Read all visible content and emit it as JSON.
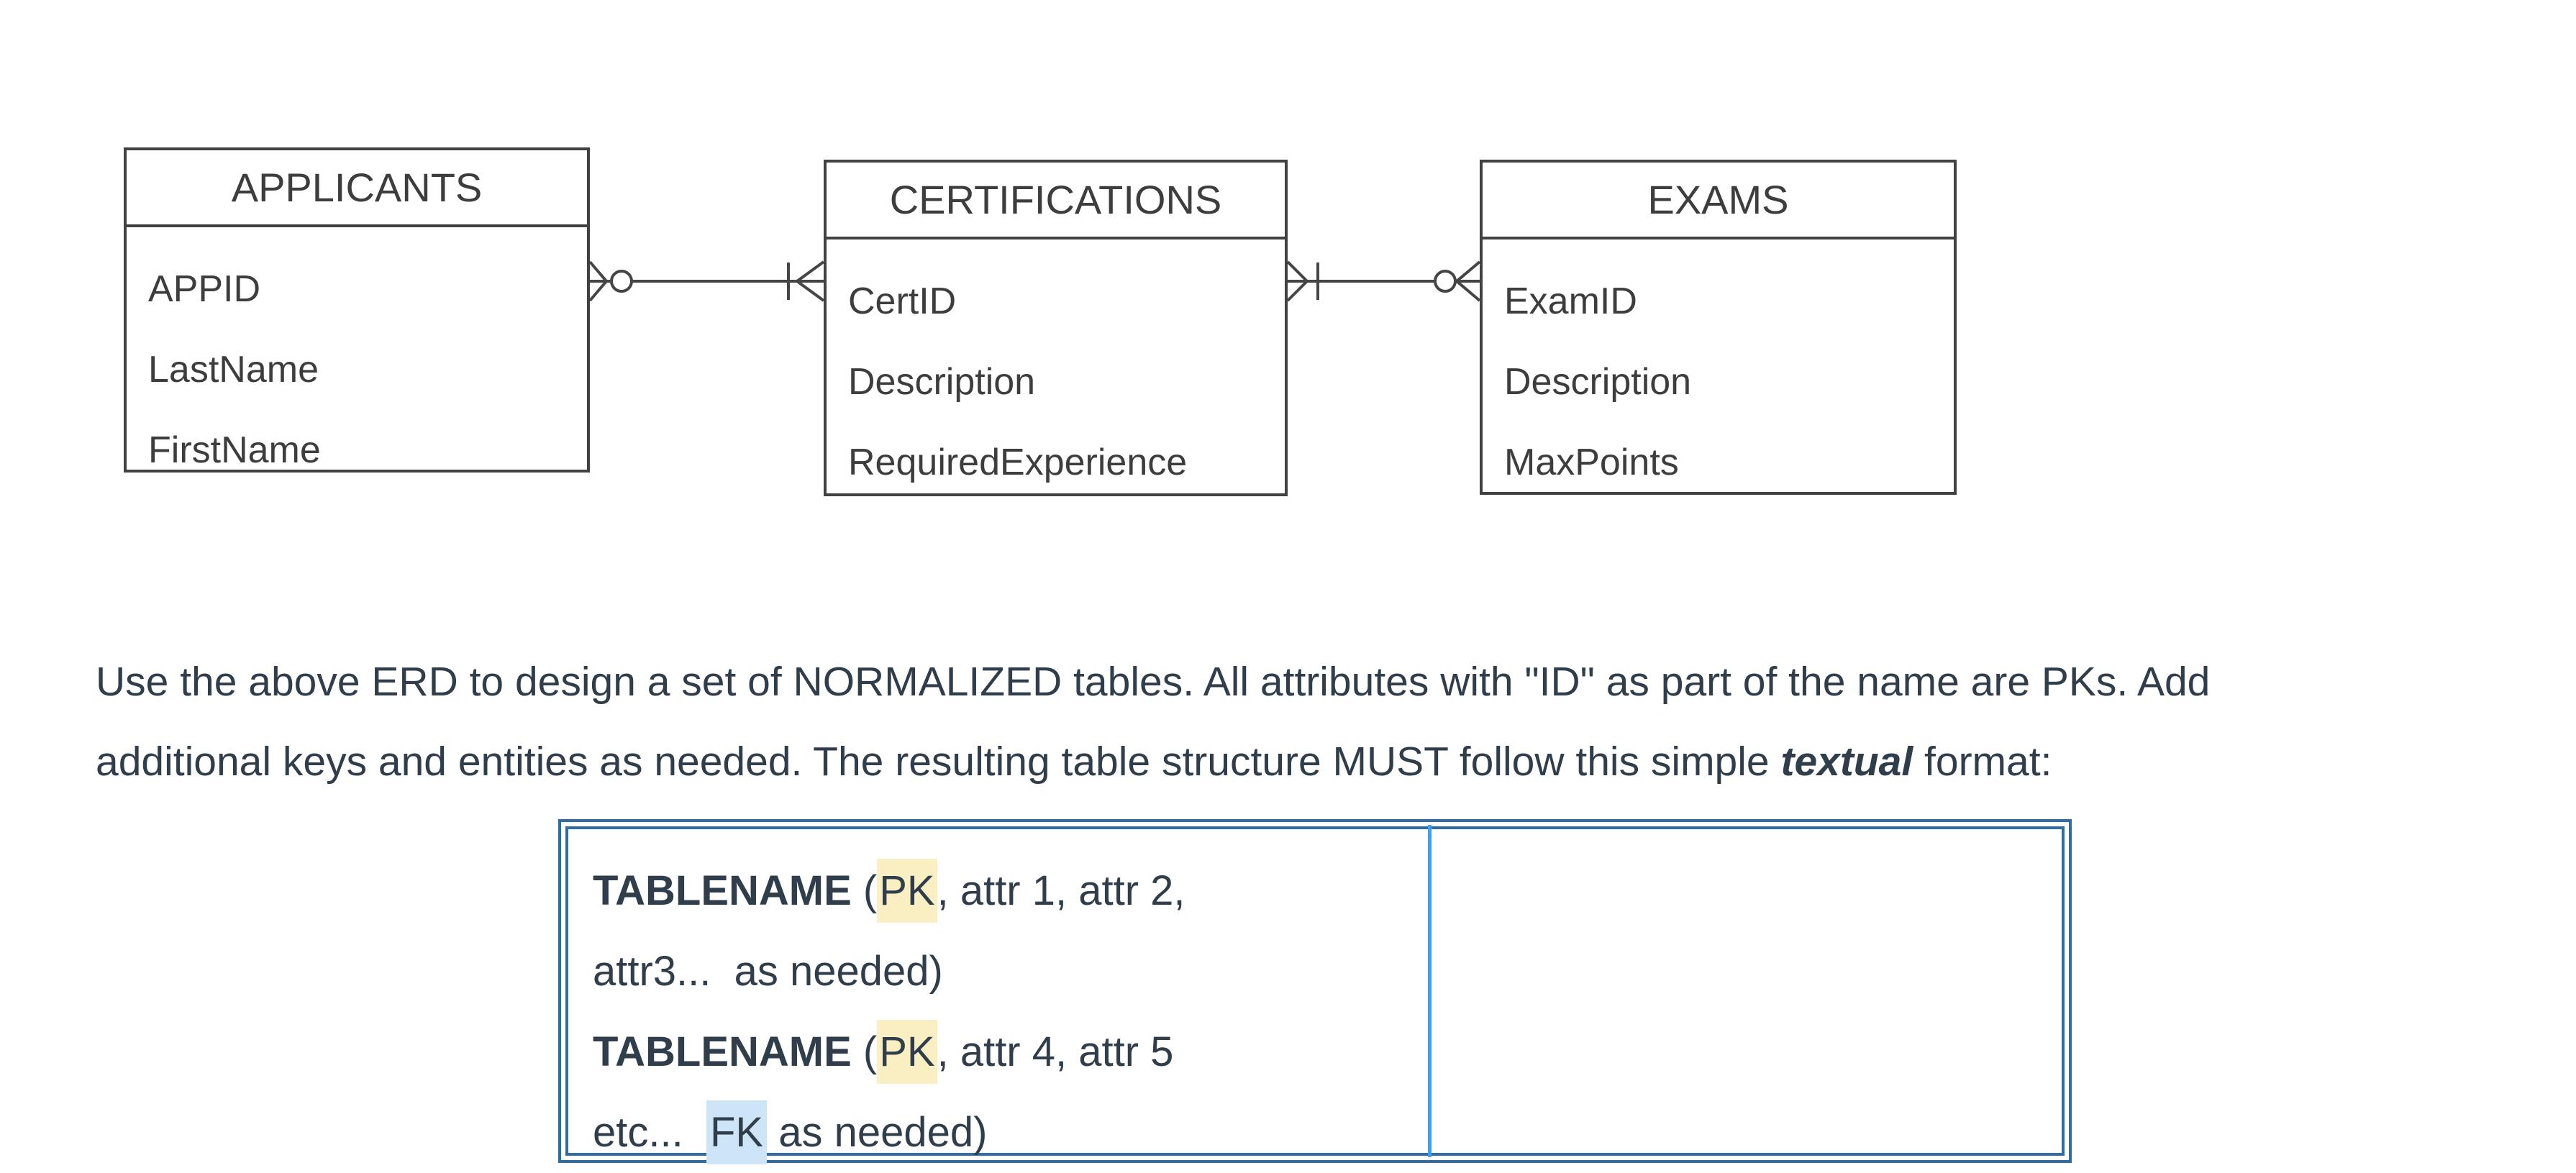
{
  "erd": {
    "entities": [
      {
        "title": "APPLICANTS",
        "attributes": [
          "APPID",
          "LastName",
          "FirstName"
        ]
      },
      {
        "title": "CERTIFICATIONS",
        "attributes": [
          "CertID",
          "Description",
          "RequiredExperience"
        ]
      },
      {
        "title": "EXAMS",
        "attributes": [
          "ExamID",
          "Description",
          "MaxPoints"
        ]
      }
    ],
    "connectors": [
      {
        "from": "APPLICANTS",
        "to": "CERTIFICATIONS",
        "from_cardinality": "zero-or-many",
        "to_cardinality": "one-or-many"
      },
      {
        "from": "CERTIFICATIONS",
        "to": "EXAMS",
        "from_cardinality": "one-or-many",
        "to_cardinality": "zero-or-many"
      }
    ]
  },
  "instruction": {
    "line1": "Use the above ERD to design a set of NORMALIZED tables. All attributes with \"ID\" as part of the name are PKs. Add",
    "line2_pre": "additional keys and entities as needed. The resulting table structure MUST follow this simple ",
    "line2_em": "textual",
    "line2_post": " format:"
  },
  "format_table": {
    "row1": {
      "name": "TABLENAME",
      "open": " (",
      "pk": "PK",
      "after_pk": ", attr 1, attr 2,",
      "line2": "attr3...  as needed)"
    },
    "row2": {
      "name": "TABLENAME",
      "open": " (",
      "pk": "PK",
      "after_pk": ", attr 4, attr 5",
      "line2_pre": "etc...  ",
      "fk": "FK",
      "line2_post": " as needed)"
    }
  },
  "colors": {
    "body_text": "#2f3e4a",
    "diagram_ink": "#414141",
    "table_border": "#2e6da4",
    "column_divider": "#3da0f3",
    "pk_highlight": "#f9efc2",
    "fk_highlight": "#cde5f6"
  }
}
